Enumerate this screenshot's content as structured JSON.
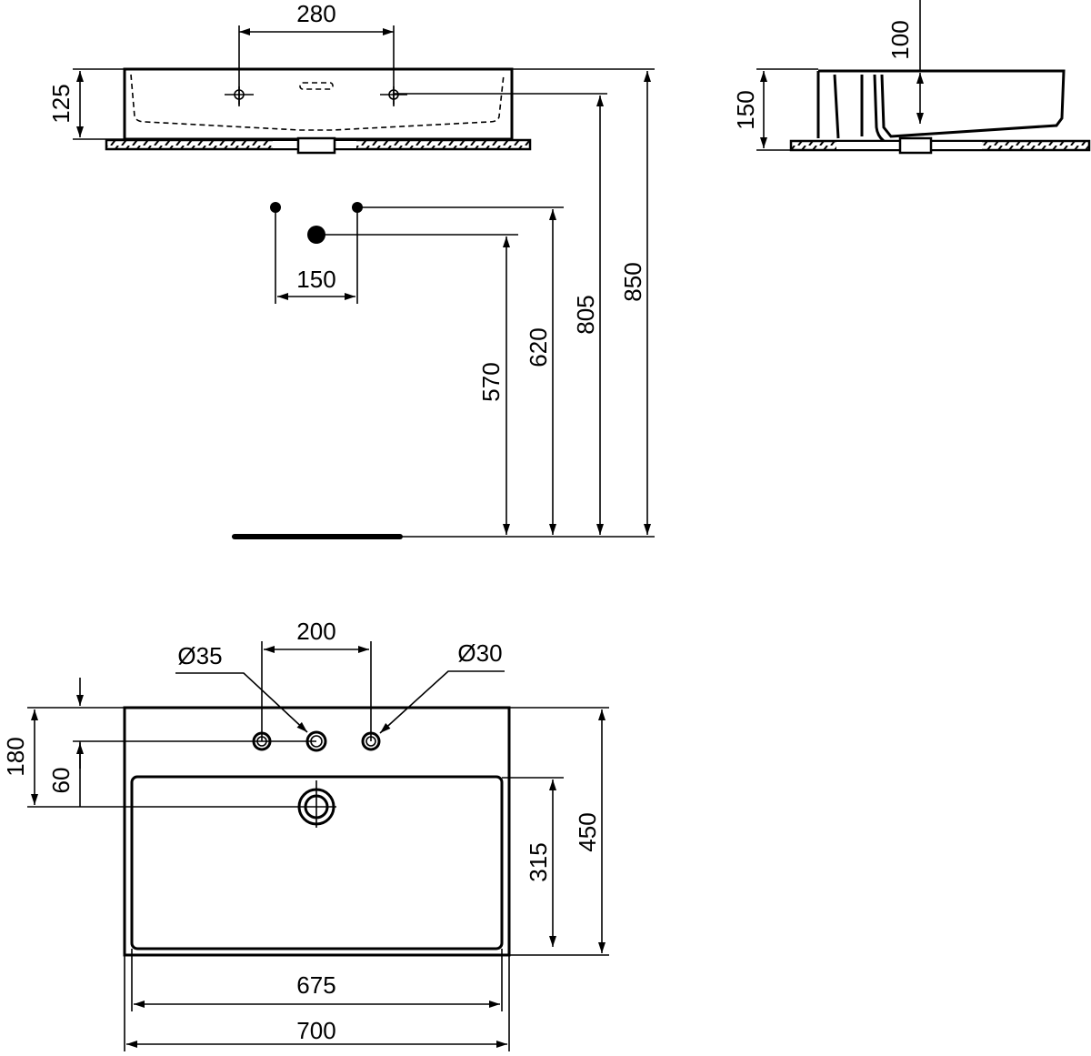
{
  "front_view": {
    "dim_tap_spacing": "280",
    "dim_height": "125"
  },
  "connections": {
    "dim_spacing": "150",
    "dim_570": "570",
    "dim_620": "620",
    "dim_805": "805",
    "dim_850": "850"
  },
  "side_view": {
    "dim_height": "150",
    "dim_depth": "100"
  },
  "plan_view": {
    "dim_hole_spacing": "200",
    "hole_left_diameter": "Ø35",
    "hole_right_diameter": "Ø30",
    "dim_180": "180",
    "dim_60": "60",
    "dim_315": "315",
    "dim_450": "450",
    "dim_675": "675",
    "dim_700": "700"
  }
}
